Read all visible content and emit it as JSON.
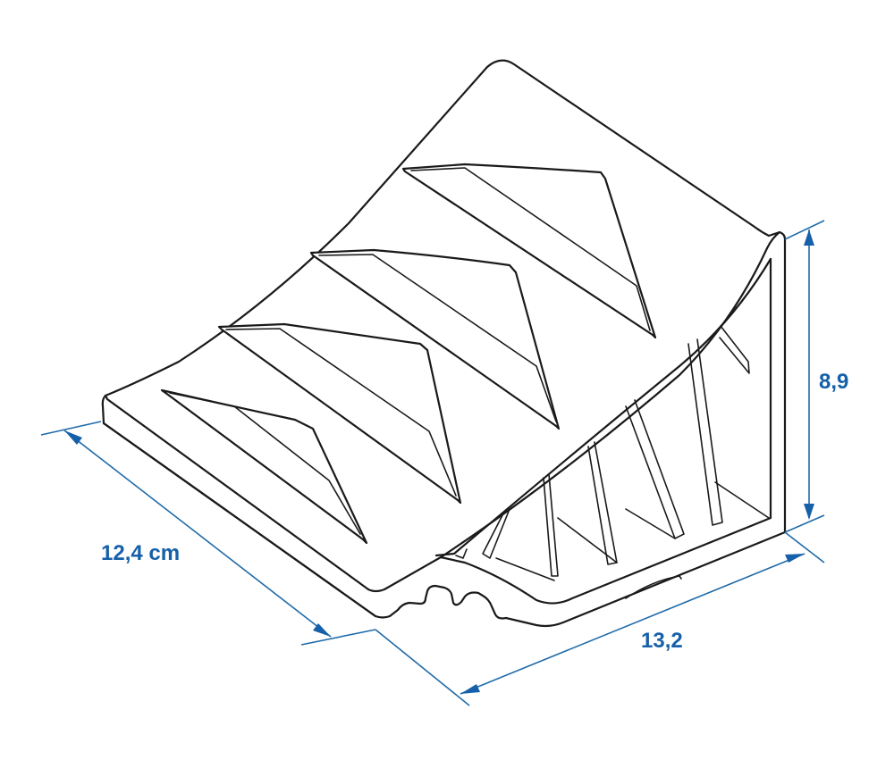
{
  "figure": {
    "subject": "wheel chock (isometric line drawing)",
    "line_color": "#1a1a1a",
    "dimension_color": "#1560a8",
    "background": "#ffffff"
  },
  "dimensions": {
    "length": {
      "label": "12,4 cm",
      "value": 12.4,
      "unit": "cm"
    },
    "width": {
      "label": "13,2",
      "value": 13.2
    },
    "height": {
      "label": "8,9",
      "value": 8.9
    }
  },
  "features": {
    "top_ribs_count": 4,
    "side_ribs_count": 6
  }
}
